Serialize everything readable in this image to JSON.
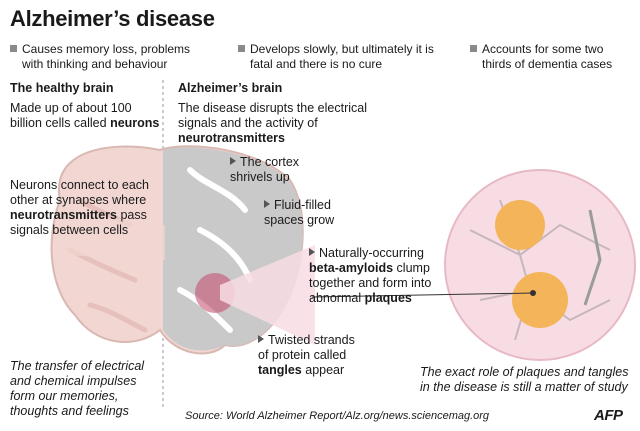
{
  "title": "Alzheimer’s disease",
  "bullets": [
    {
      "text": "Causes memory loss, problems with thinking and behaviour"
    },
    {
      "text": "Develops slowly, but ultimately it is fatal and there is no cure"
    },
    {
      "text": "Accounts for some two thirds of dementia cases"
    }
  ],
  "healthy": {
    "heading": "The healthy brain",
    "made_up_pre": "Made up of about 100 billion cells called",
    "made_up_bold": "neurons",
    "connect_pre": "Neurons connect  to each other at synapses where",
    "connect_bold": "neurotransmitters",
    "connect_post": "pass signals between cells",
    "transfer": "The transfer of electrical and chemical impulses form our memories, thoughts and  feelings"
  },
  "alz": {
    "heading": "Alzheimer’s brain",
    "disrupt_pre": "The disease disrupts the electrical signals and the activity of",
    "disrupt_bold": "neurotransmitters",
    "cortex": "The cortex shrivels up",
    "fluid": "Fluid-filled spaces grow",
    "amyloid_pre": "Naturally-occurring",
    "amyloid_bold": "beta-amyloids",
    "amyloid_mid": "clump together and form into abnormal",
    "amyloid_bold2": "plaques",
    "tangles_pre": "Twisted strands of protein called",
    "tangles_bold": "tangles",
    "tangles_post": "appear"
  },
  "study_note": "The exact role of plaques and tangles in the disease is still a matter of study",
  "source": "Source: World Alzheimer Report/Alz.org/news.sciencemag.org",
  "logo": "AFP",
  "colors": {
    "accent": "#c7476b",
    "plaque": "#f4b45a",
    "circle": "#f7dde3",
    "brain": "#f1d6d2",
    "gray": "#c9c9c9"
  }
}
